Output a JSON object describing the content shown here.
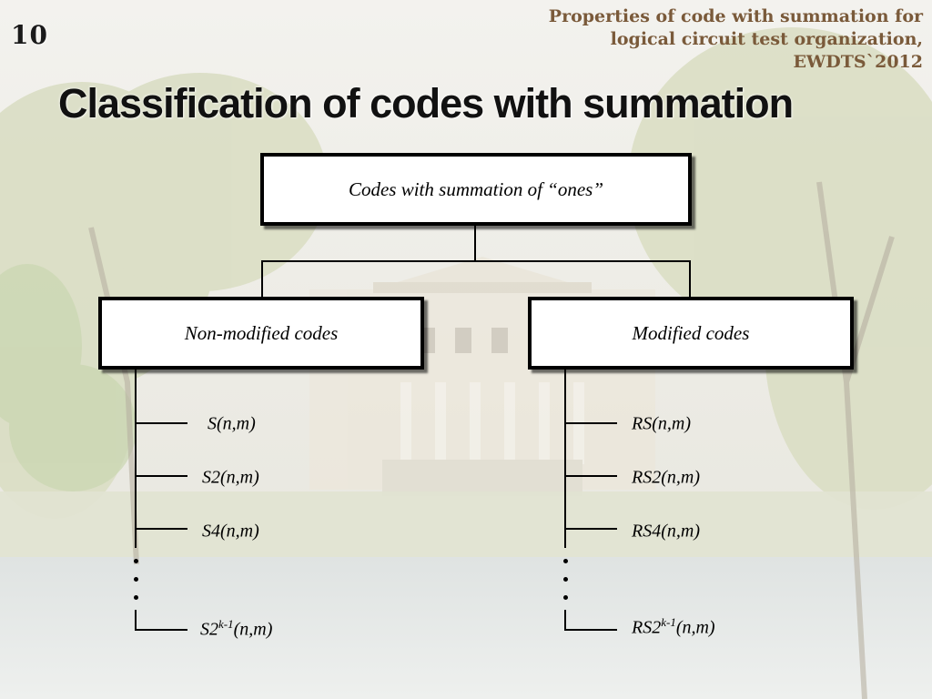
{
  "slide": {
    "number": "10",
    "header_note": [
      "Properties of code with summation for",
      "logical circuit test organization,",
      "EWDTS`2012"
    ],
    "title": "Classification of codes with summation"
  },
  "diagram": {
    "root": "Codes with summation of “ones”",
    "branches": [
      {
        "label": "Non-modified codes",
        "codes": [
          {
            "base": "S",
            "sup": "",
            "args": "(n,m)"
          },
          {
            "base": "S2",
            "sup": "",
            "args": "(n,m)"
          },
          {
            "base": "S4",
            "sup": "",
            "args": "(n,m)"
          },
          {
            "base": "S2",
            "sup": "k-1",
            "args": "(n,m)"
          }
        ]
      },
      {
        "label": "Modified codes",
        "codes": [
          {
            "base": "RS",
            "sup": "",
            "args": "(n,m)"
          },
          {
            "base": "RS2",
            "sup": "",
            "args": "(n,m)"
          },
          {
            "base": "RS4",
            "sup": "",
            "args": "(n,m)"
          },
          {
            "base": "RS2",
            "sup": "k-1",
            "args": "(n,m)"
          }
        ]
      }
    ]
  },
  "colors": {
    "header_note": "#7a5a3a",
    "box_border": "#000000",
    "box_fill": "#ffffff"
  }
}
